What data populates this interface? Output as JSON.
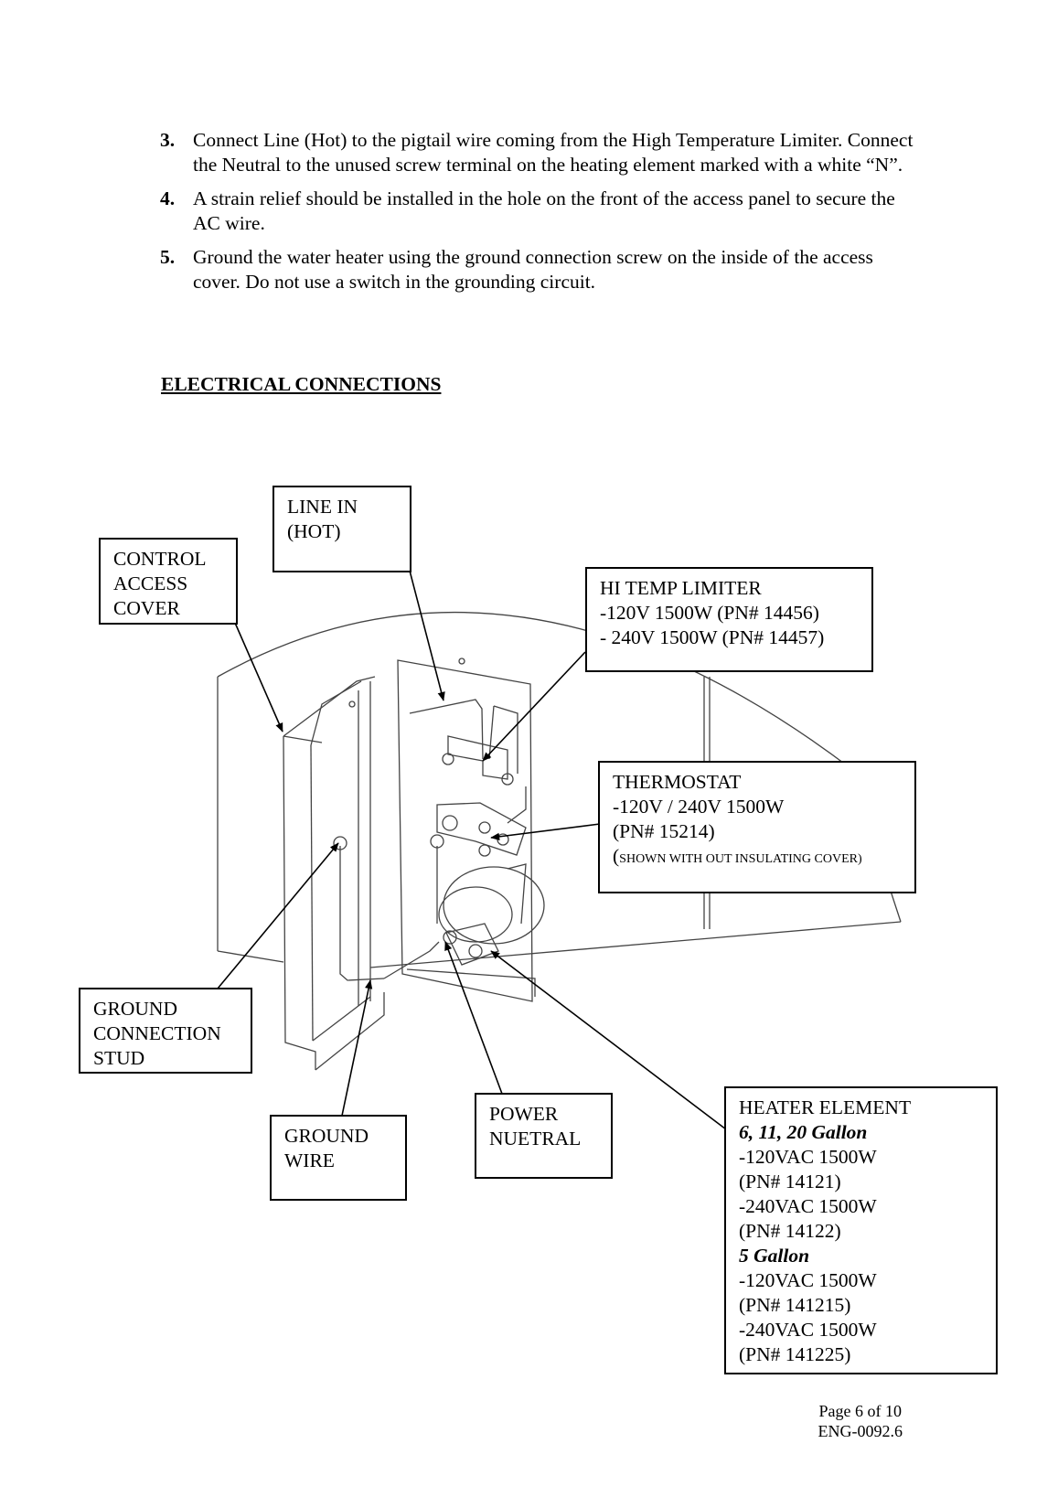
{
  "steps": [
    {
      "num": "3.",
      "text": "Connect Line (Hot) to the pigtail wire coming from the High Temperature Limiter. Connect the Neutral to the unused screw terminal on the heating element marked with a white “N”."
    },
    {
      "num": "4.",
      "text": "A strain relief should be installed in the hole on the front of the access panel to secure the AC wire."
    },
    {
      "num": "5.",
      "text": "Ground the water heater using the ground connection screw on the inside of the access cover. Do not use a switch in the grounding circuit."
    }
  ],
  "section_title": "ELECTRICAL CONNECTIONS",
  "callouts": {
    "line_in": [
      "LINE IN",
      "(HOT)"
    ],
    "control_access_cover": [
      "CONTROL",
      "ACCESS",
      "COVER"
    ],
    "hi_temp_limiter": [
      "HI TEMP LIMITER",
      "-120V 1500W (PN# 14456)",
      "- 240V 1500W (PN# 14457)"
    ],
    "thermostat": {
      "lines": [
        "THERMOSTAT",
        "-120V / 240V 1500W",
        "(PN# 15214)"
      ],
      "note_open": "(",
      "note": "SHOWN WITH OUT INSULATING COVER)"
    },
    "ground_connection_stud": [
      "GROUND",
      "CONNECTION",
      "STUD"
    ],
    "ground_wire": [
      "GROUND",
      "WIRE"
    ],
    "power_neutral": [
      "POWER",
      "NUETRAL"
    ],
    "heater_element": {
      "title": "HEATER ELEMENT",
      "group1_heading": "6, 11, 20 Gallon",
      "group1": [
        "-120VAC 1500W",
        "(PN# 14121)",
        "-240VAC 1500W",
        "(PN# 14122)"
      ],
      "group2_heading": "5 Gallon",
      "group2": [
        "-120VAC 1500W",
        "(PN# 141215)",
        "-240VAC 1500W",
        "(PN# 141225)"
      ]
    }
  },
  "footer": {
    "page": "Page 6 of 10",
    "doc_number": "ENG-0092.6"
  }
}
